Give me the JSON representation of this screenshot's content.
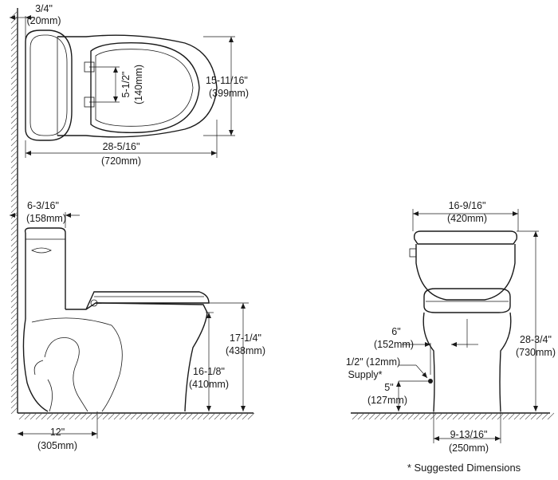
{
  "top_view": {
    "wall_offset": {
      "imperial": "3/4\"",
      "metric": "(20mm)"
    },
    "hole_spacing": {
      "imperial": "5-1/2\"",
      "metric": "(140mm)"
    },
    "width": {
      "imperial": "15-11/16\"",
      "metric": "(399mm)"
    },
    "length": {
      "imperial": "28-5/16\"",
      "metric": "(720mm)"
    }
  },
  "side_view": {
    "tank_depth": {
      "imperial": "6-3/16\"",
      "metric": "(158mm)"
    },
    "seat_height": {
      "imperial": "17-1/4\"",
      "metric": "(438mm)"
    },
    "rim_height": {
      "imperial": "16-1/8\"",
      "metric": "(410mm)"
    },
    "rough_in": {
      "imperial": "12\"",
      "metric": "(305mm)"
    }
  },
  "front_view": {
    "tank_width": {
      "imperial": "16-9/16\"",
      "metric": "(420mm)"
    },
    "total_height": {
      "imperial": "28-3/4\"",
      "metric": "(730mm)"
    },
    "supply_offset": {
      "imperial": "6\"",
      "metric": "(152mm)"
    },
    "supply_label": "1/2\" (12mm)",
    "supply_label_2": "Supply*",
    "supply_height": {
      "imperial": "5\"",
      "metric": "(127mm)"
    },
    "base_width": {
      "imperial": "9-13/16\"",
      "metric": "(250mm)"
    }
  },
  "footnote": "* Suggested Dimensions"
}
